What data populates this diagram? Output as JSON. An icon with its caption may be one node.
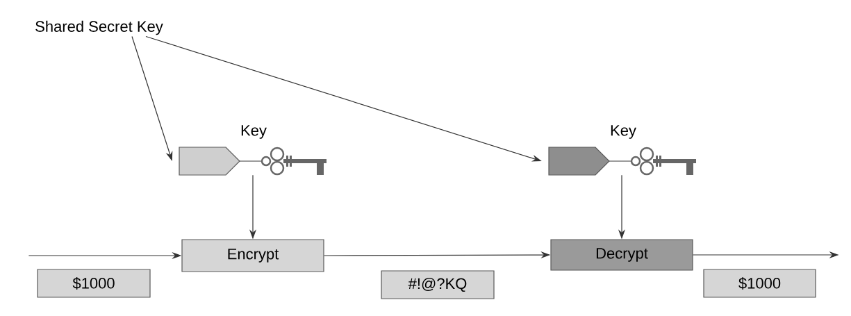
{
  "diagram": {
    "nodes": [
      {
        "text": [
          "Shared Secret Key"
        ]
      },
      {
        "text": [
          "Key"
        ]
      },
      {
        "text": [
          "Key"
        ]
      },
      {
        "text": [
          "Encrypt"
        ]
      },
      {
        "text": [
          "Decrypt"
        ]
      },
      {
        "text": [
          "$1000"
        ]
      },
      {
        "text": [
          "#!@?KQ"
        ]
      },
      {
        "text": [
          "$1000"
        ]
      }
    ],
    "edges": [
      {
        "from": 0,
        "to": 1,
        "arrow": "to"
      },
      {
        "from": 0,
        "to": 2,
        "arrow": "to"
      },
      {
        "from": 1,
        "to": 3,
        "arrow": "to"
      },
      {
        "from": 2,
        "to": 4,
        "arrow": "to"
      },
      {
        "from": null,
        "to": 3,
        "arrow": "to"
      },
      {
        "from": 3,
        "to": 4,
        "arrow": "to"
      },
      {
        "from": 4,
        "to": null,
        "arrow": "to"
      }
    ]
  }
}
